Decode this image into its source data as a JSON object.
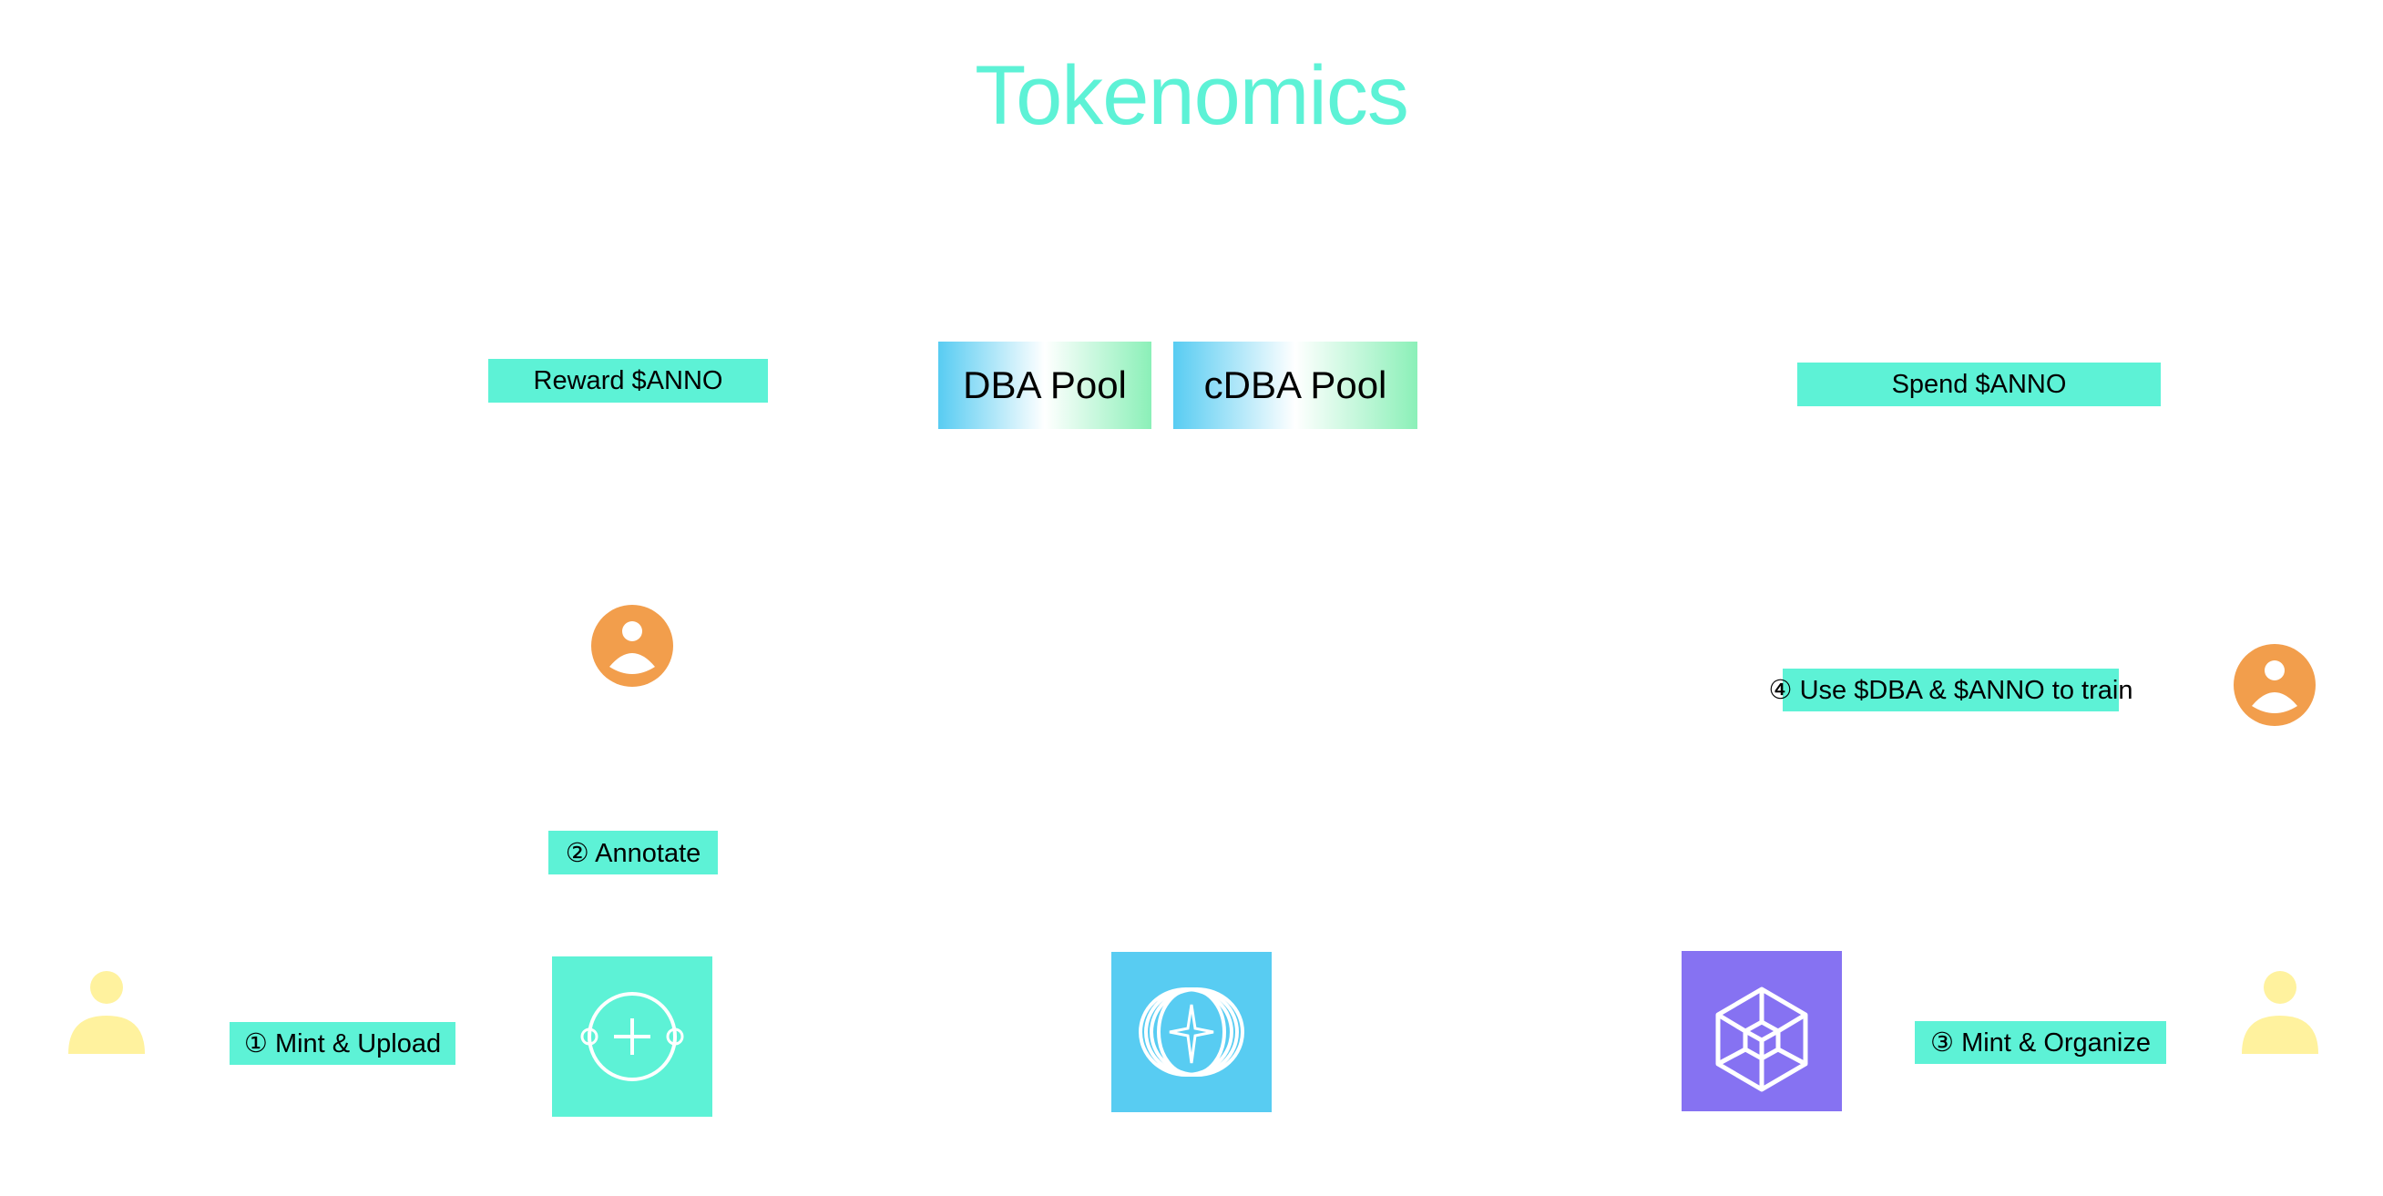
{
  "title": "Tokenomics",
  "pools": [
    {
      "label": "DBA Pool"
    },
    {
      "label": "cDBA Pool"
    }
  ],
  "labels": {
    "reward": "Reward $ANNO",
    "spend": "Spend $ANNO",
    "step1": "① Mint & Upload",
    "step2": "② Annotate",
    "step3": "③ Mint & Organize",
    "step4": "④ Use $DBA & $ANNO to train"
  },
  "icons": {
    "annotator_avatar": "user-circle-icon",
    "trainer_avatar": "user-circle-icon",
    "uploader_person": "person-icon",
    "organizer_person": "person-icon",
    "annotate_tile": "add-circle-icon",
    "dataset_tile": "orbit-star-icon",
    "organize_tile": "tesseract-cube-icon"
  },
  "colors": {
    "accent": "#5DF2D6",
    "orange": "#F29E4C",
    "yellow": "#FFF29E",
    "blue": "#58CCF2",
    "purple": "#8672F2",
    "pool_green": "#8BF0B8"
  }
}
